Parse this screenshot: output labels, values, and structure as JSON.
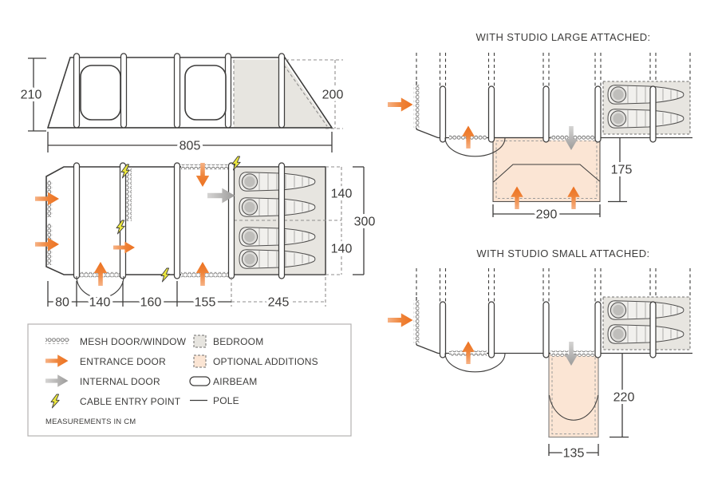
{
  "elevation": {
    "front_height": "210",
    "rear_height": "200",
    "length": "805"
  },
  "floorplan": {
    "half_width_top": "140",
    "half_width_bottom": "140",
    "total_width": "300",
    "sections": [
      "80",
      "140",
      "160",
      "155",
      "245"
    ]
  },
  "studio_large": {
    "title": "WITH STUDIO LARGE ATTACHED:",
    "depth": "175",
    "width": "290"
  },
  "studio_small": {
    "title": "WITH STUDIO SMALL ATTACHED:",
    "depth": "220",
    "width": "135"
  },
  "legend": {
    "mesh": "MESH DOOR/WINDOW",
    "entrance": "ENTRANCE DOOR",
    "internal": "INTERNAL DOOR",
    "cable": "CABLE ENTRY POINT",
    "bedroom": "BEDROOM",
    "optional": "OPTIONAL ADDITIONS",
    "airbeam": "AIRBEAM",
    "pole": "POLE",
    "note": "MEASUREMENTS IN CM"
  },
  "colors": {
    "entrance_door": "#ed7423",
    "internal_door": "#a09f9e",
    "cable_entry": "#ece73f",
    "bedroom_fill": "#e7e5e0",
    "optional_fill": "#fbe5d4",
    "line": "#3d3c3b"
  }
}
